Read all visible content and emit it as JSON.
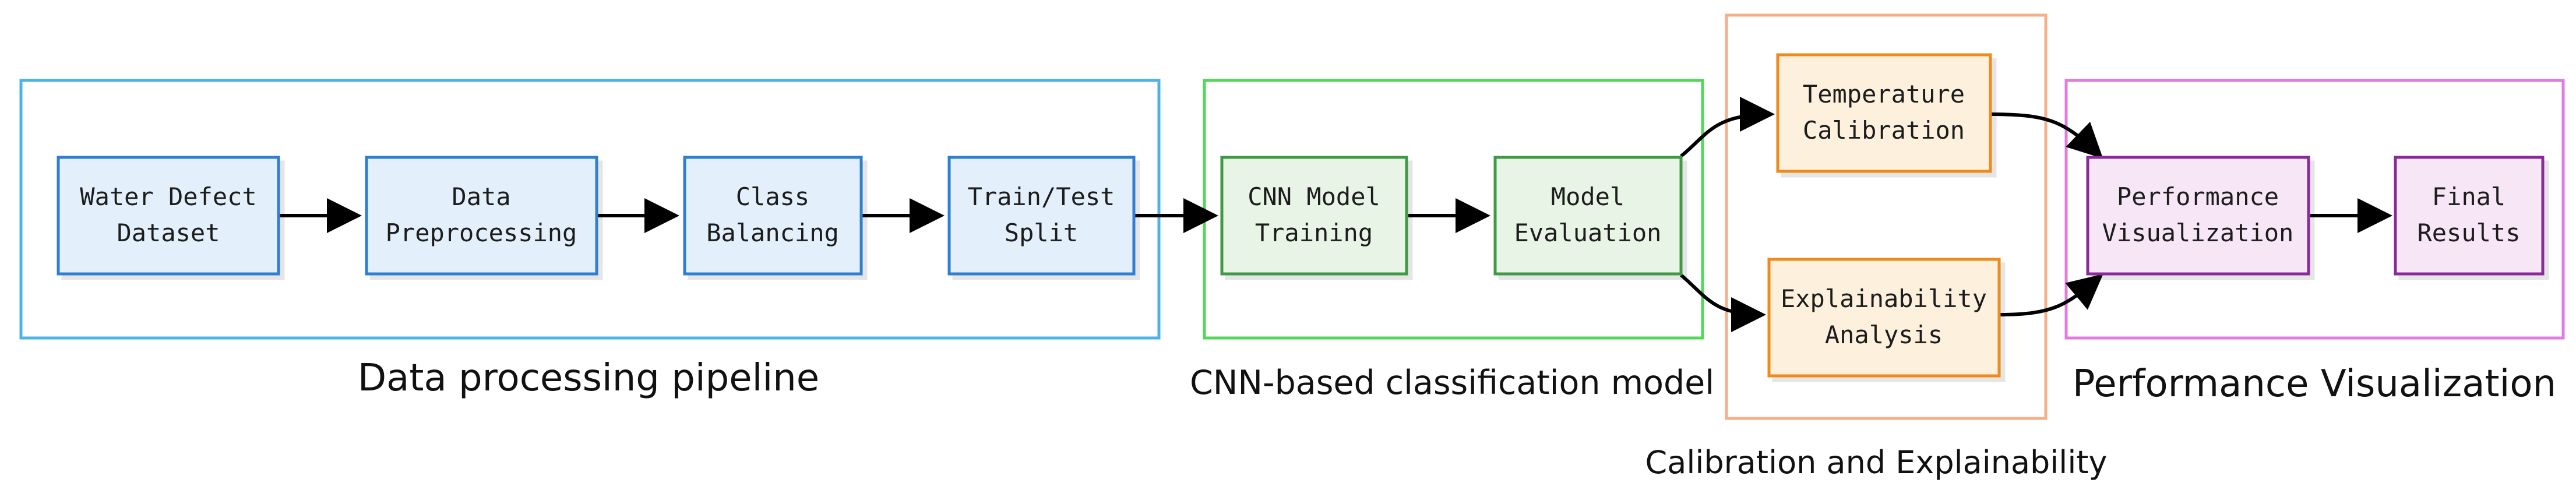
{
  "groups": {
    "data_pipeline": {
      "label": "Data processing pipeline",
      "color": "#4db3e6"
    },
    "cnn_model": {
      "label": "CNN-based classification model",
      "color": "#55d65a"
    },
    "calibration": {
      "label": "Calibration and Explainability",
      "color": "#f5b08a"
    },
    "performance": {
      "label": "Performance Visualization",
      "color": "#e07be0"
    }
  },
  "nodes": {
    "water_defect_dataset": {
      "line1": "Water Defect",
      "line2": "Dataset",
      "fill": "#e3f0fb",
      "stroke": "#2f7fd1"
    },
    "data_preprocessing": {
      "line1": "Data",
      "line2": "Preprocessing",
      "fill": "#e3f0fb",
      "stroke": "#2f7fd1"
    },
    "class_balancing": {
      "line1": "Class",
      "line2": "Balancing",
      "fill": "#e3f0fb",
      "stroke": "#2f7fd1"
    },
    "train_test_split": {
      "line1": "Train/Test",
      "line2": "Split",
      "fill": "#e3f0fb",
      "stroke": "#2f7fd1"
    },
    "cnn_model_training": {
      "line1": "CNN Model",
      "line2": "Training",
      "fill": "#e8f5e6",
      "stroke": "#3f9a45"
    },
    "model_evaluation": {
      "line1": "Model",
      "line2": "Evaluation",
      "fill": "#e8f5e6",
      "stroke": "#3f9a45"
    },
    "temperature_calibration": {
      "line1": "Temperature",
      "line2": "Calibration",
      "fill": "#fdf0dd",
      "stroke": "#f08a1e"
    },
    "explainability_analysis": {
      "line1": "Explainability",
      "line2": "Analysis",
      "fill": "#fdf0dd",
      "stroke": "#f08a1e"
    },
    "performance_visualization": {
      "line1": "Performance",
      "line2": "Visualization",
      "fill": "#f6e6f6",
      "stroke": "#8a2b9a"
    },
    "final_results": {
      "line1": "Final",
      "line2": "Results",
      "fill": "#f6e6f6",
      "stroke": "#8a2b9a"
    }
  },
  "edges": [
    [
      "water_defect_dataset",
      "data_preprocessing"
    ],
    [
      "data_preprocessing",
      "class_balancing"
    ],
    [
      "class_balancing",
      "train_test_split"
    ],
    [
      "train_test_split",
      "cnn_model_training"
    ],
    [
      "cnn_model_training",
      "model_evaluation"
    ],
    [
      "model_evaluation",
      "temperature_calibration"
    ],
    [
      "model_evaluation",
      "explainability_analysis"
    ],
    [
      "temperature_calibration",
      "performance_visualization"
    ],
    [
      "explainability_analysis",
      "performance_visualization"
    ],
    [
      "performance_visualization",
      "final_results"
    ]
  ]
}
